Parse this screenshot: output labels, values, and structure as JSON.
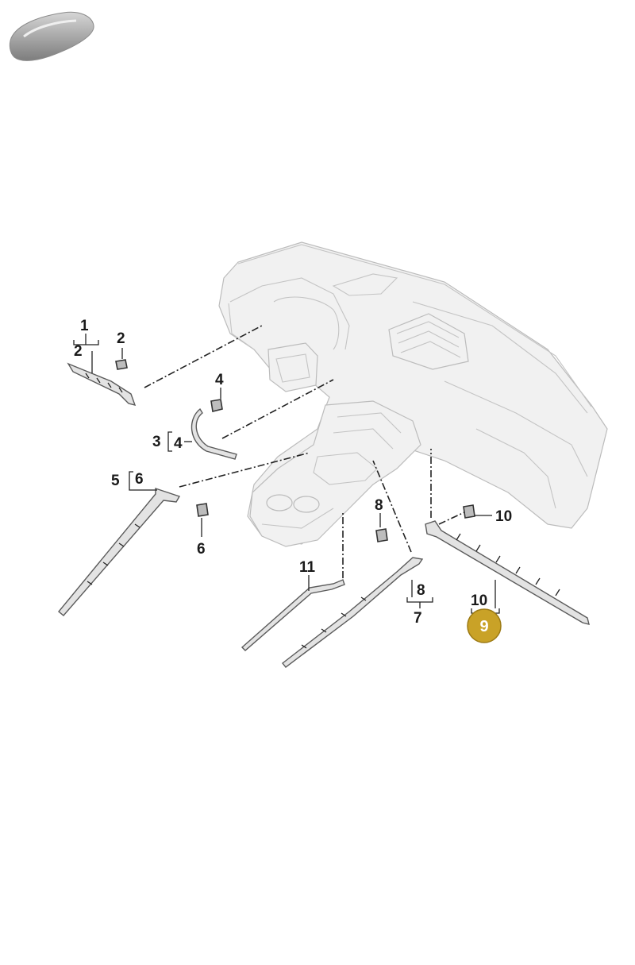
{
  "thumbnail": {
    "icon": "car-silhouette-icon"
  },
  "callouts": {
    "c1": "1",
    "c2a": "2",
    "c2b": "2",
    "c3": "3",
    "c4a": "4",
    "c4b": "4",
    "c5": "5",
    "c6a": "6",
    "c6b": "6",
    "c7": "7",
    "c8a": "8",
    "c8b": "8",
    "c9": "9",
    "c10a": "10",
    "c10b": "10",
    "c11": "11"
  },
  "highlight": {
    "label": "9",
    "color": "#c9a227"
  }
}
